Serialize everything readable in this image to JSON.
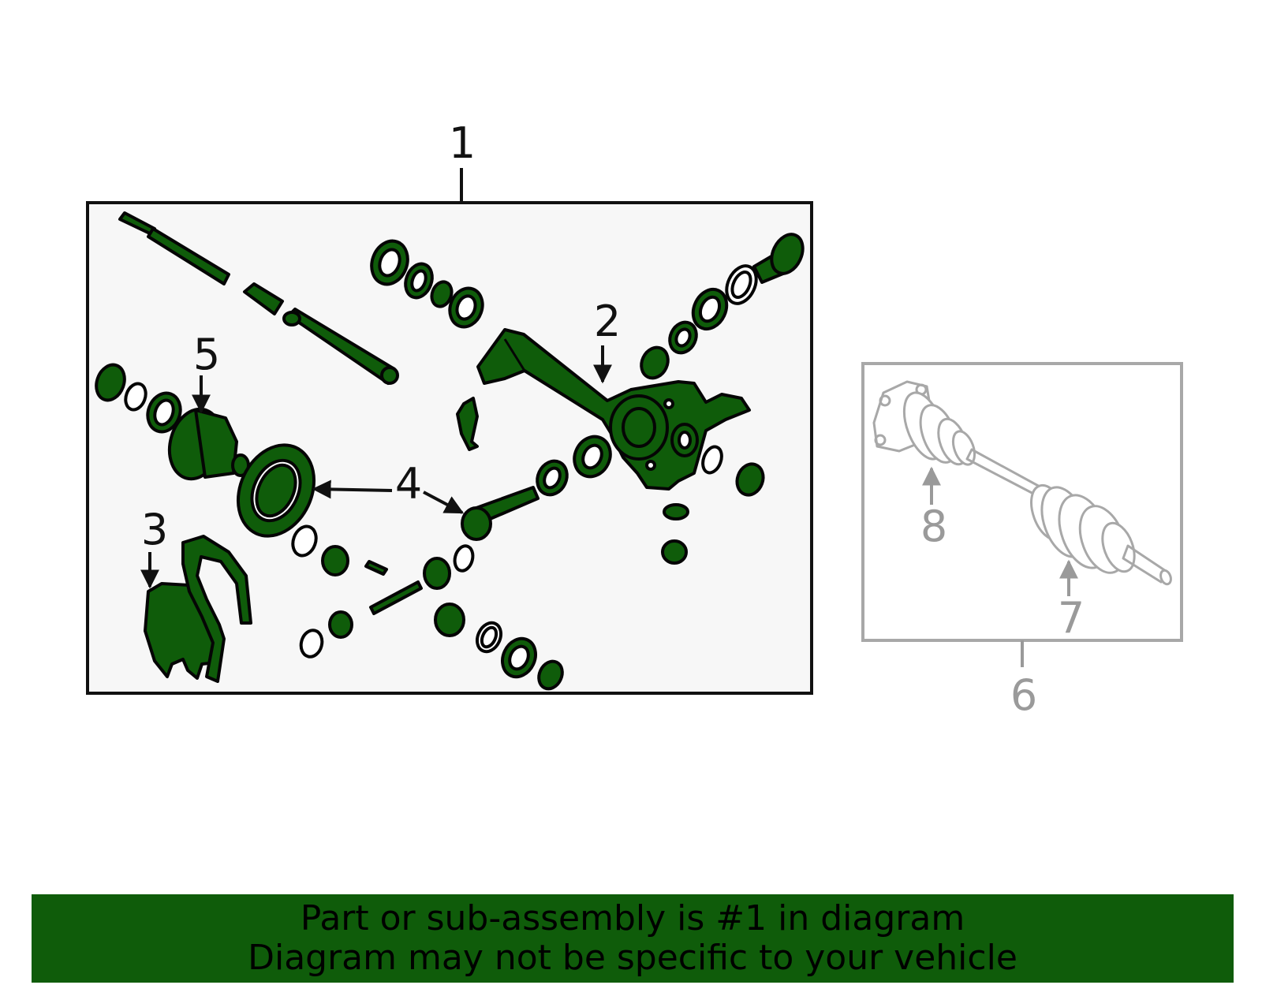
{
  "diagram": {
    "callouts": {
      "c1": "1",
      "c2": "2",
      "c3": "3",
      "c4": "4",
      "c5": "5",
      "c6": "6",
      "c7": "7",
      "c8": "8"
    },
    "colors": {
      "part_fill": "#0f5c0a",
      "outline": "#050505",
      "secondary_outline": "#a8a8a8",
      "main_box_bg": "#f7f7f7",
      "banner_bg": "#0f5c0a"
    }
  },
  "banner": {
    "line1": "Part or sub-assembly is #1 in diagram",
    "line2": "Diagram may not be specific to your vehicle"
  }
}
